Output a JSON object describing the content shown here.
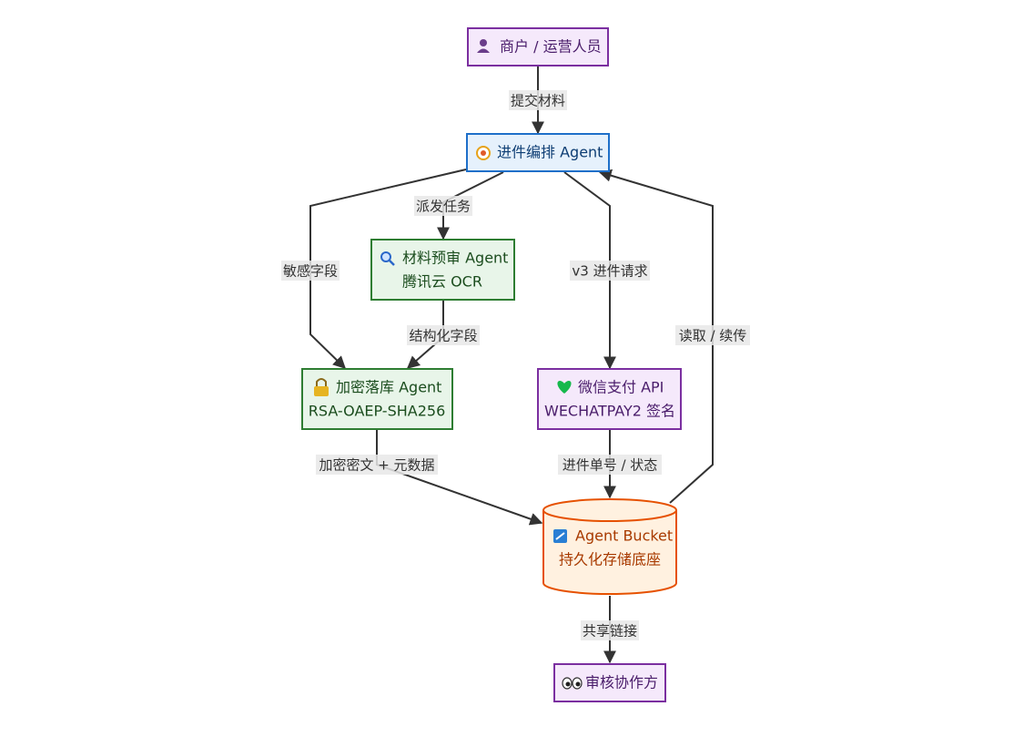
{
  "nodes": {
    "merchant": {
      "icon": "person-icon",
      "label": "商户 / 运营人员"
    },
    "orchestrator": {
      "icon": "target-icon",
      "label": "进件编排 Agent"
    },
    "review": {
      "icon": "magnifier-icon",
      "line1": "材料预审 Agent",
      "line2": "腾讯云 OCR"
    },
    "encrypt": {
      "icon": "lock-key-icon",
      "line1": "加密落库 Agent",
      "line2": "RSA-OAEP-SHA256"
    },
    "wechat": {
      "icon": "green-heart-icon",
      "line1": "微信支付 API",
      "line2": "WECHATPAY2 签名"
    },
    "bucket": {
      "icon": "bucket-icon",
      "line1": "Agent Bucket",
      "line2": "持久化存储底座"
    },
    "reviewers": {
      "icon": "eyes-icon",
      "label": "审核协作方"
    }
  },
  "edges": {
    "submit": "提交材料",
    "dispatch": "派发任务",
    "sensitive": "敏感字段",
    "v3_request": "v3 进件请求",
    "structured": "结构化字段",
    "read_resume": "读取 / 续传",
    "cipher_meta": "加密密文 + 元数据",
    "order_status": "进件单号 / 状态",
    "share": "共享链接"
  },
  "colors": {
    "purple_border": "#7b2fa0",
    "purple_fill": "#f5e9fb",
    "blue_border": "#1e6fc9",
    "blue_fill": "#e6f1fc",
    "green_border": "#2e7d32",
    "green_fill": "#e8f5e9",
    "orange_border": "#e65100",
    "orange_fill": "#fff1e0",
    "edge": "#333333"
  }
}
